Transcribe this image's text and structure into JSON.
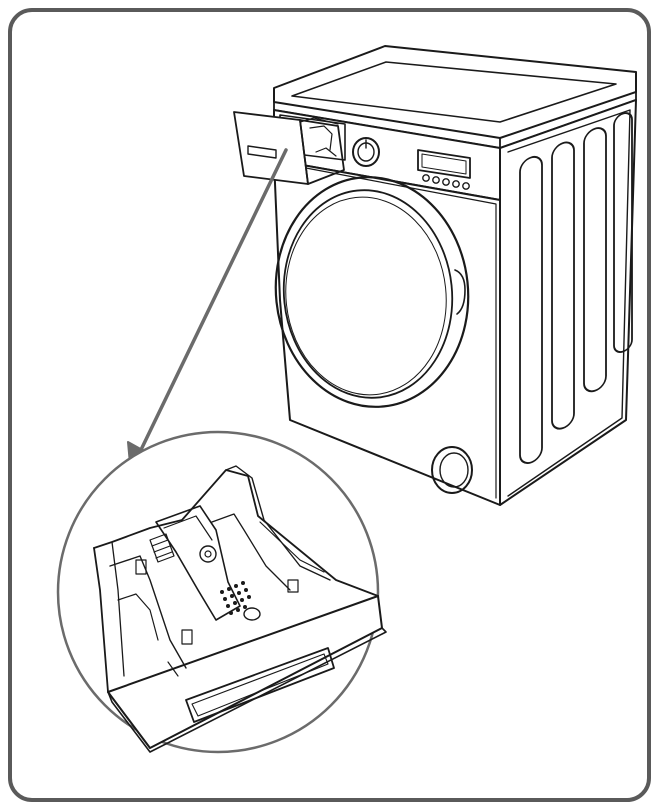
{
  "figure": {
    "frame_color": "#5a5a5a",
    "ink_color": "#1a1a1a",
    "arrow_color": "#6b6b6b",
    "background": "#ffffff",
    "parts": [
      "rounded-frame",
      "washing-machine",
      "detergent-drawer-pulled-out",
      "program-knob",
      "display-panel",
      "control-buttons",
      "door-porthole",
      "filter-cap",
      "pointer-arrow",
      "magnified-drawer-circle"
    ]
  }
}
